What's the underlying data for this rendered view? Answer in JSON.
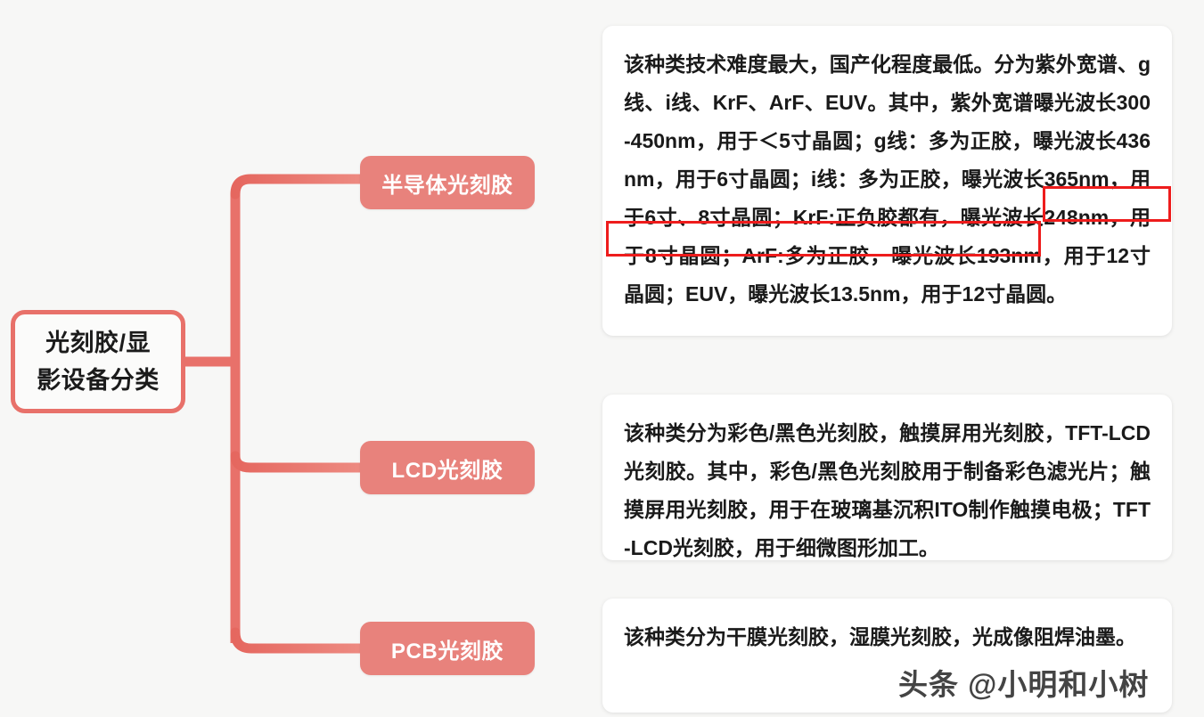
{
  "diagram": {
    "type": "mind-map",
    "background_color": "#f7f7f6",
    "accent_color": "#e8716a",
    "chip_color": "#e8827c",
    "highlight_color": "#ee1c1c",
    "root": {
      "line1": "光刻胶/显",
      "line2": "影设备分类"
    },
    "branches": [
      {
        "label": "半导体光刻胶",
        "detail_before_highlight": "该种类技术难度最大，国产化程度最低。分为紫外宽谱、g线、i线、KrF、ArF、EUV。其中，紫外宽谱曝光波长300-450nm，用于＜5寸晶圆；g线：多为正胶，曝光波长436nm，用于6寸晶圆；i线：多为正胶，曝光波长365nm，用于6寸、8寸晶圆；",
        "detail_highlight": "KrF:正负胶都有，曝光波长248nm，用于8寸晶圆；",
        "detail_after_highlight": "ArF:多为正胶，曝光波长193nm，用于12寸晶圆；EUV，曝光波长13.5nm，用于12寸晶圆。"
      },
      {
        "label": "LCD光刻胶",
        "detail": "该种类分为彩色/黑色光刻胶，触摸屏用光刻胶，TFT-LCD光刻胶。其中，彩色/黑色光刻胶用于制备彩色滤光片；触摸屏用光刻胶，用于在玻璃基沉积ITO制作触摸电极；TFT-LCD光刻胶，用于细微图形加工。"
      },
      {
        "label": "PCB光刻胶",
        "detail": "该种类分为干膜光刻胶，湿膜光刻胶，光成像阻焊油墨。"
      }
    ],
    "watermark": "头条 @小明和小树"
  }
}
